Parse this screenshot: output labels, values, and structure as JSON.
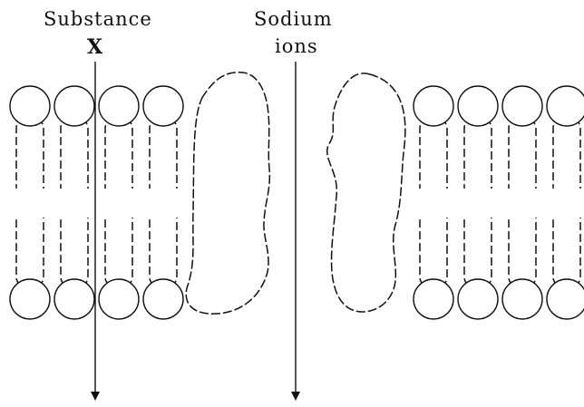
{
  "labels": {
    "substance": "Substance",
    "substance_letter": "X",
    "sodium_line1": "Sodium",
    "sodium_line2": "ions"
  }
}
